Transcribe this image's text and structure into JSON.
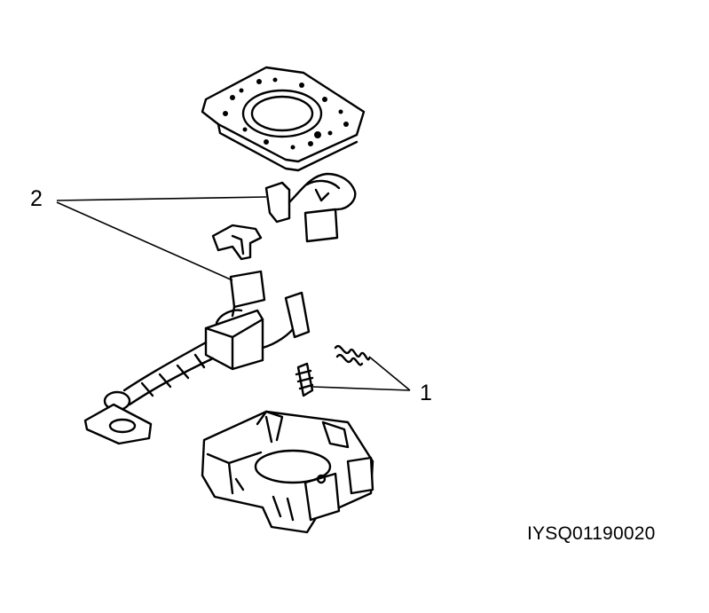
{
  "diagram": {
    "callouts": [
      {
        "id": "2",
        "text": "2"
      },
      {
        "id": "1",
        "text": "1"
      }
    ],
    "figure_code": "IYSQ01190020",
    "parts": [
      "brush-plate-gasket",
      "brush-upper",
      "brush-clip",
      "brush-lower-with-lead",
      "spring-pair",
      "brush-holder-base"
    ],
    "colors": {
      "ink": "#000000",
      "paper": "#ffffff"
    }
  }
}
